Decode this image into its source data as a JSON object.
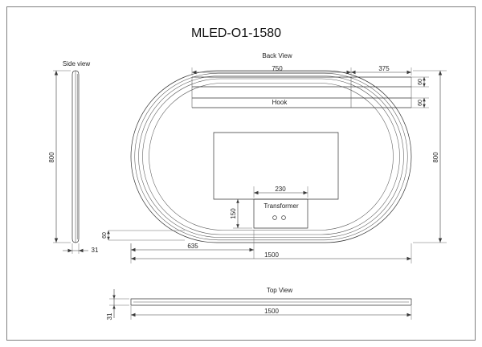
{
  "sheet": {
    "title": "MLED-O1-1580",
    "border_color": "#808080",
    "line_color": "#333333",
    "text_color": "#222222"
  },
  "views": {
    "side": {
      "label": "Side view",
      "dim_height": "800",
      "dim_thickness": "31"
    },
    "back": {
      "label": "Back View",
      "hook_label": "Hook",
      "transformer_label": "Transformer",
      "dim_hook_left": "750",
      "dim_hook_right": "375",
      "dim_hook_band_top": "60",
      "dim_hook_band_bottom": "60",
      "dim_overall_height": "800",
      "dim_transformer_width": "230",
      "dim_transformer_height": "150",
      "dim_bottom_offset": "60",
      "dim_left_run": "635",
      "dim_overall_width": "1500"
    },
    "top": {
      "label": "Top View",
      "dim_width": "1500",
      "dim_thickness": "31"
    }
  }
}
